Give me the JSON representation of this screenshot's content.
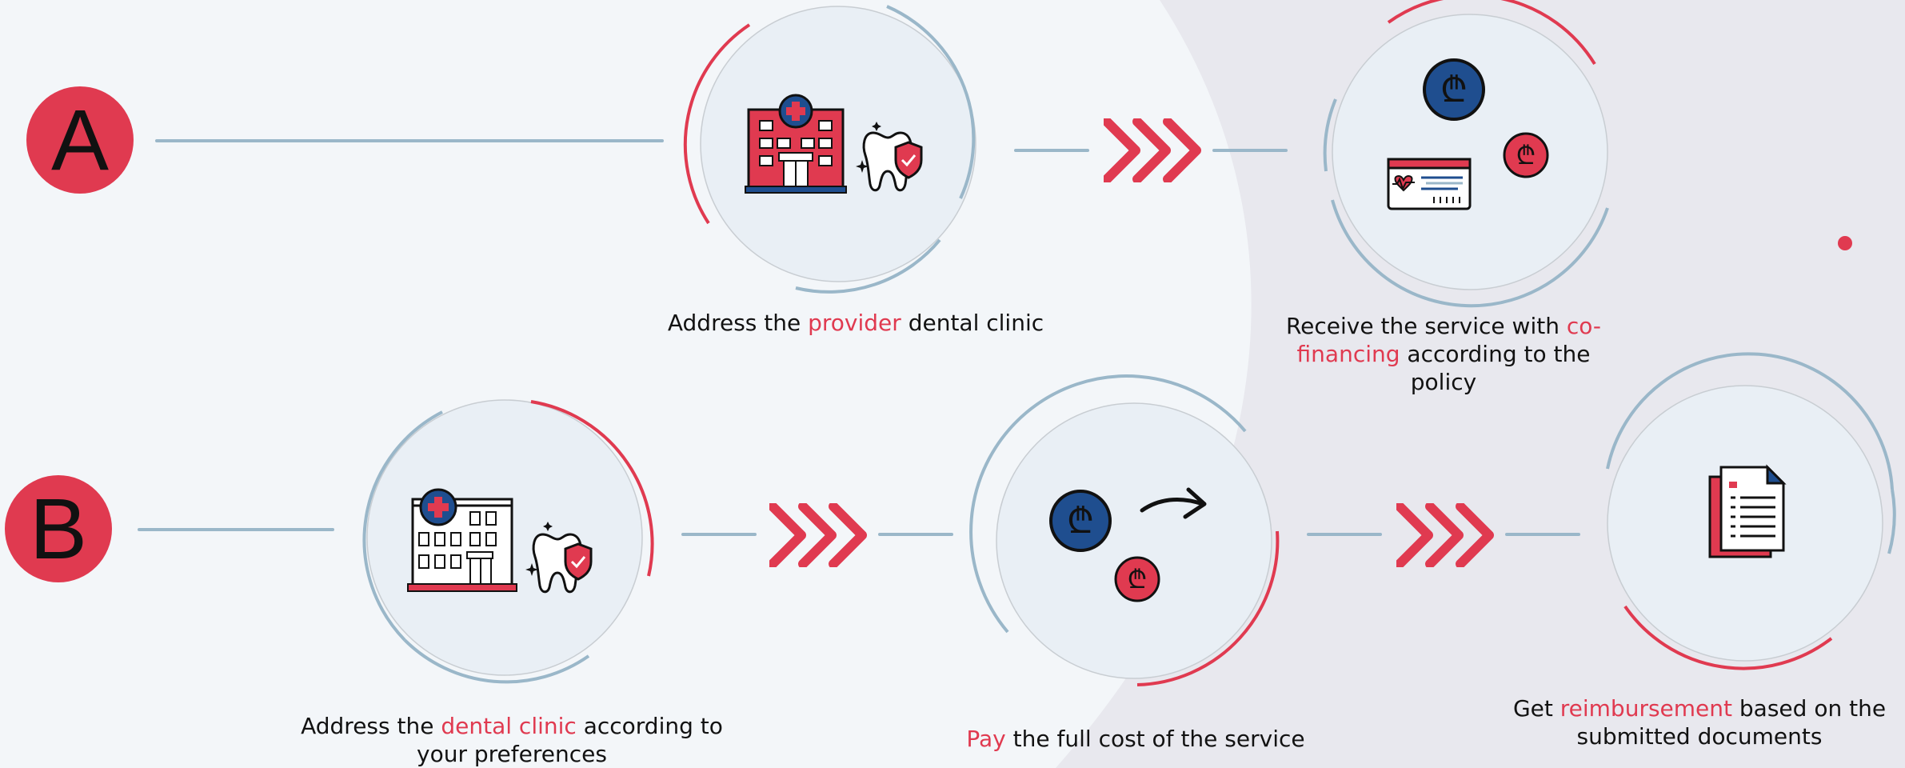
{
  "colors": {
    "accent": "#e03a50",
    "navy": "#1f4e8f",
    "line": "#9ab7c9",
    "circle_fill": "#e9eff5"
  },
  "routes": [
    {
      "label": "A",
      "steps": [
        {
          "icons": [
            "hospital-icon",
            "tooth-shield-icon"
          ],
          "caption": {
            "pre": "Address the ",
            "hl": "provider",
            "post": " dental clinic"
          }
        },
        {
          "icons": [
            "lari-coin-icon",
            "insurance-card-icon"
          ],
          "caption": {
            "pre": "Receive the service with ",
            "hl": "co-financing",
            "post": " according to the policy"
          }
        }
      ]
    },
    {
      "label": "B",
      "steps": [
        {
          "icons": [
            "hospital-icon",
            "tooth-shield-icon"
          ],
          "caption": {
            "pre": "Address the ",
            "hl": "dental clinic",
            "post": " according to your preferences"
          }
        },
        {
          "icons": [
            "lari-coin-icon",
            "arrow-right-icon"
          ],
          "caption": {
            "pre": "",
            "hl": "Pay",
            "post": " the full cost of the service"
          }
        },
        {
          "icons": [
            "documents-icon"
          ],
          "caption": {
            "pre": "Get ",
            "hl": "reimbursement",
            "post": " based on the submitted documents"
          }
        }
      ]
    }
  ],
  "coin_symbol": "₾"
}
